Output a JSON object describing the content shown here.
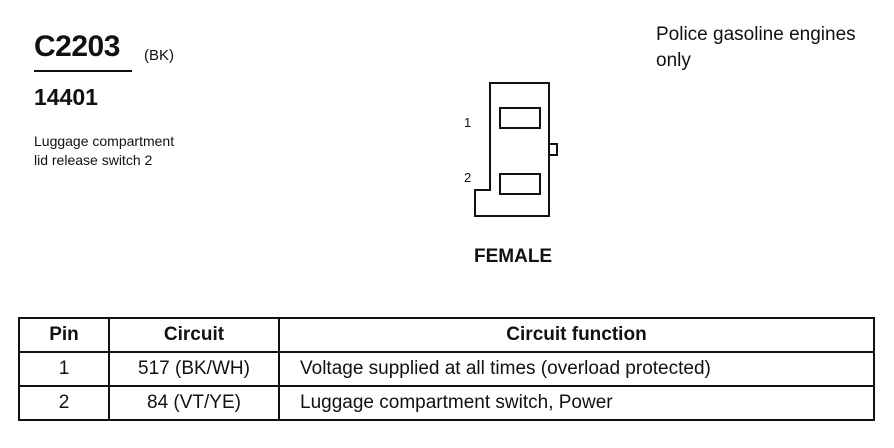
{
  "connector": {
    "id": "C2203",
    "color": "(BK)",
    "part_number": "14401",
    "description": "Luggage compartment lid release switch 2",
    "applicability": "Police gasoline engines only",
    "gender": "FEMALE"
  },
  "pins_drawing": {
    "labels": [
      "1",
      "2"
    ]
  },
  "table": {
    "headers": {
      "pin": "Pin",
      "circuit": "Circuit",
      "function": "Circuit function"
    },
    "rows": [
      {
        "pin": "1",
        "circuit": "517 (BK/WH)",
        "function": "Voltage supplied at all times (overload protected)"
      },
      {
        "pin": "2",
        "circuit": "84 (VT/YE)",
        "function": "Luggage compartment switch, Power"
      }
    ]
  }
}
